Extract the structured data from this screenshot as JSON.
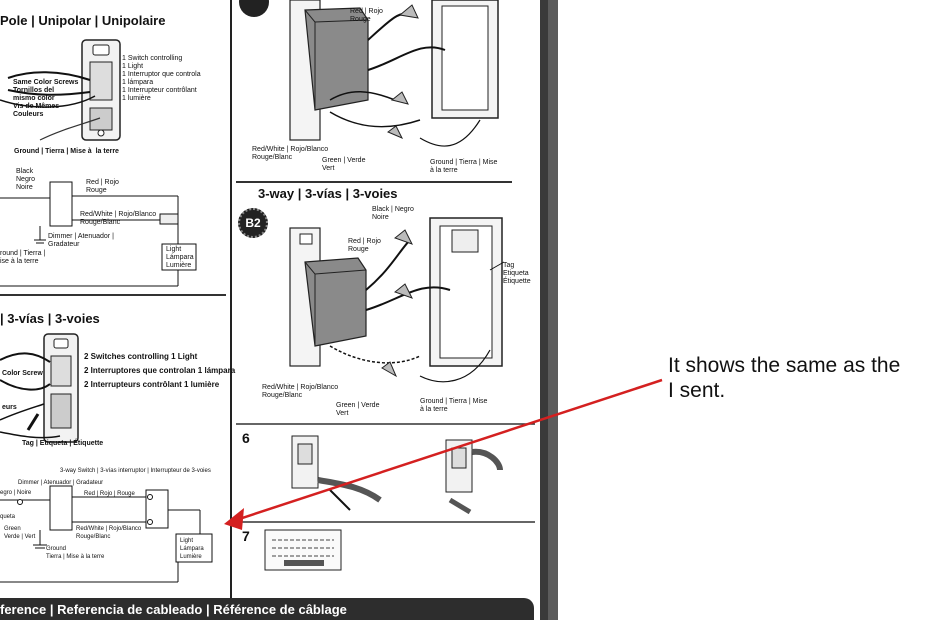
{
  "single_pole": {
    "title": "Pole | Unipolar | Unipolaire",
    "screws": "Same Color Screws\nTornillos del\nmismo color\nVis de Mêmes\nCouleurs",
    "switch_desc": "1 Switch controlling\n1 Light\n1 Interruptor que controla\n1 lámpara\n1 Interrupteur contrôlant\n1 lumière",
    "ground": "Ground | Tierra | Mise à  la terre",
    "black": "Black\nNegro\nNoire",
    "red": "Red | Rojo\nRouge",
    "redwhite": "Red/White | Rojo/Blanco\nRouge/Blanc",
    "dimmer": "Dimmer | Atenuador |\nGradateur",
    "ground2": "round | Tierra |\nise à la terre",
    "light": "Light\nLámpara\nLumière"
  },
  "three_way_left": {
    "title": "| 3-vías | 3-voies",
    "screw": "Color Screw",
    "vis": "eurs",
    "desc": "2 Switches controlling 1 Light\n2 Interruptores que controlan 1 lámpara\n2 Interrupteurs contrôlant 1 lumière",
    "tag": "Tag | Etiqueta | Étiquette",
    "switch3": "3-way Switch | 3-vías interruptor | Interrupteur de 3-voies",
    "dimmer": "Dimmer | Atenuador | Gradateur",
    "black": "egro | Noire",
    "red": "Red | Rojo | Rouge",
    "redwhite": "Red/White | Rojo/Blanco\nRouge/Blanc",
    "green": "Green\nVerde | Vert",
    "ground": "Ground\nTierra | Mise à la terre",
    "light": "Light\nLámpara\nLumière",
    "eta": "queta"
  },
  "top_right": {
    "red": "Red | Rojo\nRouge",
    "redwhite": "Red/White | Rojo/Blanco\nRouge/Blanc",
    "green": "Green | Verde\nVert",
    "ground": "Ground | Tierra | Mise\nà la terre"
  },
  "three_way_right": {
    "title": "3-way | 3-vías | 3-voies",
    "badge": "B2",
    "black": "Black | Negro\nNoire",
    "red": "Red | Rojo\nRouge",
    "tag": "Tag\nEtiqueta\nÉtiquette",
    "redwhite": "Red/White | Rojo/Blanco\nRouge/Blanc",
    "green": "Green | Verde\nVert",
    "ground": "Ground | Tierra | Mise\nà la terre"
  },
  "steps": {
    "six": "6",
    "seven": "7"
  },
  "footer": "ference | Referencia de cableado | Référence de câblage",
  "annotation": "It shows the same as the\nI sent.",
  "colors": {
    "arrow": "#d42020",
    "footer_bg": "#2d2d2d",
    "sheet_border": "#3a3a3a"
  }
}
